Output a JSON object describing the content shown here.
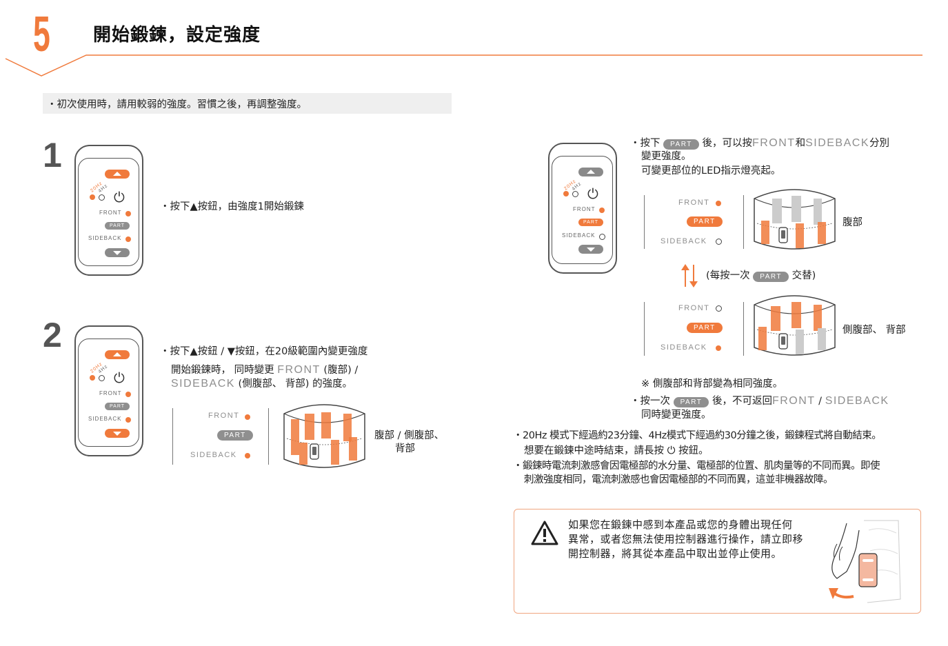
{
  "header": {
    "step_number": "5",
    "title": "開始鍛鍊，設定強度"
  },
  "notice": {
    "text": "・初次使用時，請用較弱的強度。習慣之後，再調整強度。"
  },
  "steps": [
    {
      "number": "1",
      "text": "・按下▲按鈕，由強度1開始鍛鍊"
    },
    {
      "number": "2",
      "line1": "・按下▲按鈕 / ▼按鈕，在20級範圍內變更強度",
      "line2_a": "開始鍛鍊時， 同時變更 ",
      "line2_b": "FRONT",
      "line2_c": " (腹部) /",
      "line3_a": "SIDEBACK",
      "line3_b": " (側腹部、 背部) 的強度。",
      "region_label_1": "腹部 / 側腹部、",
      "region_label_2": "背部"
    }
  ],
  "controller": {
    "mode_20hz": "20Hz",
    "mode_4hz": "4Hz",
    "front": "FRONT",
    "part": "PART",
    "sideback": "SIDEBACK"
  },
  "right": {
    "p1_a": "・按下 ",
    "p1_pill": "PART",
    "p1_b": " 後，可以按",
    "p1_front": "FRONT",
    "p1_and": "和",
    "p1_sideback": "SIDEBACK",
    "p1_c": "分別",
    "p1_line2": "變更強度。",
    "p1_line3": "可變更部位的LED指示燈亮起。",
    "label_abdomen": "腹部",
    "toggle_a": "(每按一次 ",
    "toggle_pill": "PART",
    "toggle_b": " 交替)",
    "label_side_back": "側腹部、 背部",
    "note": "※ 側腹部和背部變為相同強度。",
    "p2_a": "・按一次 ",
    "p2_pill": "PART",
    "p2_b": " 後，不可返回",
    "p2_front": "FRONT",
    "p2_slash": " / ",
    "p2_sideback": "SIDEBACK",
    "p2_line2": "同時變更強度。",
    "b1_line1": "・20Hz 模式下經過約23分鐘、4Hz模式下經過約30分鐘之後，鍛鍊程式將自動結束。",
    "b1_line2_a": "想要在鍛鍊中途時結束，請長按 ",
    "b1_line2_b": " 按鈕。",
    "b2_line1": "・鍛鍊時電流刺激感會因電極部的水分量、電極部的位置、肌肉量等的不同而異。即使",
    "b2_line2": "刺激強度相同，電流刺激感也會因電極部的不同而異，這並非機器故障。"
  },
  "warning": {
    "line1": "如果您在鍛鍊中感到本產品或您的身體出現任何",
    "line2": "異常，或者您無法使用控制器進行操作，請立即移",
    "line3": "開控制器，將其從本產品中取出並停止使用。"
  },
  "colors": {
    "accent": "#f07a3c",
    "gray": "#8f8f8f",
    "notice_bg": "#efefef"
  }
}
